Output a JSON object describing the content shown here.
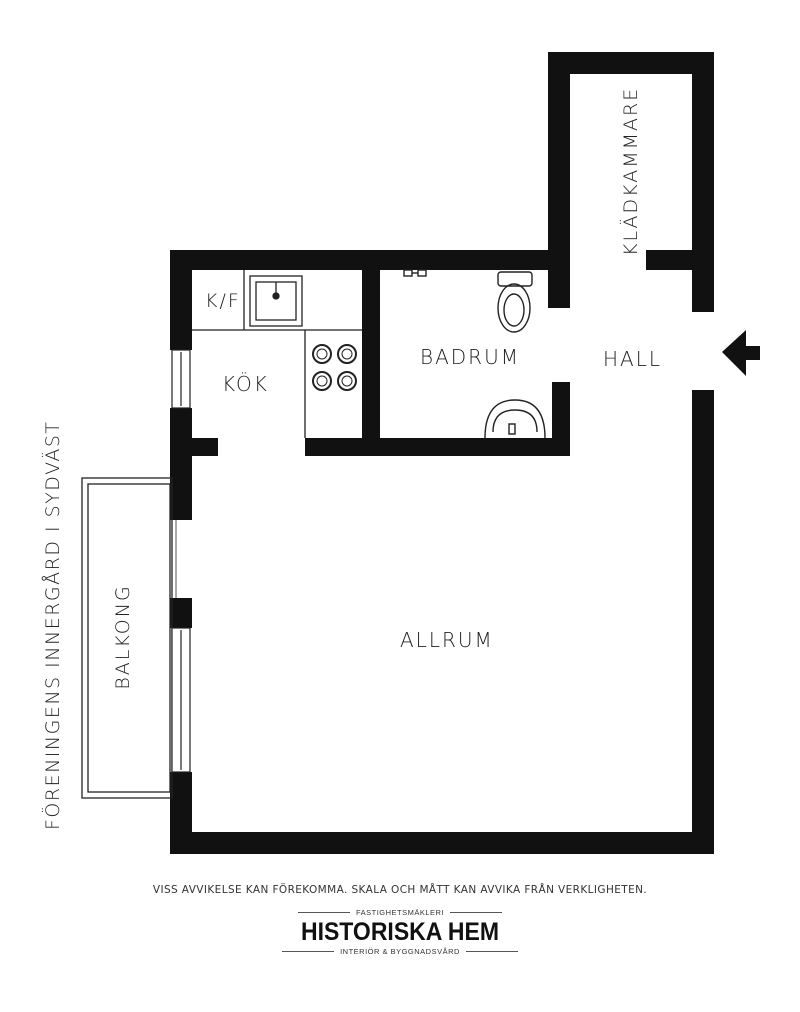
{
  "rooms": {
    "kladkammare": "KLÄDKAMMARE",
    "kf": "K/F",
    "kok": "KÖK",
    "badrum": "BADRUM",
    "hall": "HALL",
    "allrum": "ALLRUM",
    "balkong": "BALKONG"
  },
  "orientation": "FÖRENINGENS INNERGÅRD I SYDVÄST",
  "disclaimer": "VISS AVVIKELSE KAN FÖREKOMMA. SKALA OCH MÅTT KAN AVVIKA FRÅN VERKLIGHETEN.",
  "logo": {
    "tagline_top": "FASTIGHETSMÄKLERI",
    "name": "HISTORISKA HEM",
    "tagline_bottom": "INTERIÖR & BYGGNADSVÅRD"
  },
  "colors": {
    "wall": "#111111",
    "background": "#ffffff"
  },
  "icons": [
    "entrance-arrow-icon",
    "sink-icon",
    "stove-icon",
    "toilet-icon",
    "washbasin-icon"
  ]
}
